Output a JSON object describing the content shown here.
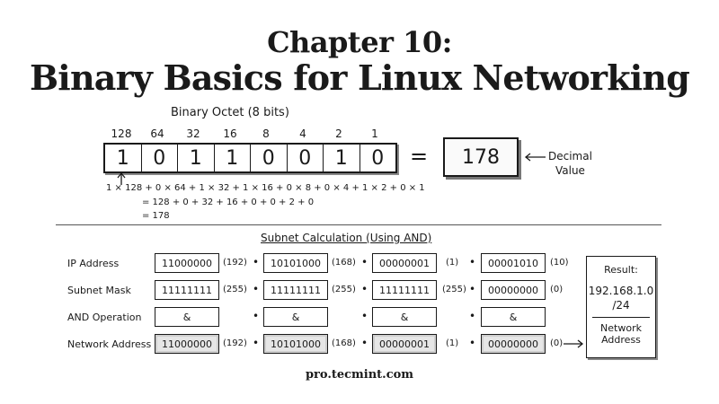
{
  "title": {
    "line1": "Chapter 10:",
    "line2": "Binary Basics for Linux Networking"
  },
  "octet": {
    "label": "Binary Octet (8 bits)",
    "place_values": [
      "128",
      "64",
      "32",
      "16",
      "8",
      "4",
      "2",
      "1"
    ],
    "bits": [
      "1",
      "0",
      "1",
      "1",
      "0",
      "0",
      "1",
      "0"
    ],
    "equals": "=",
    "decimal": "178",
    "decimal_label_line1": "Decimal",
    "decimal_label_line2": "Value",
    "calc_line1": "1 × 128  +  0 × 64  +  1 × 32  +  1 × 16  +  0 × 8  +  0 × 4  +  1 × 2  +  0 × 1",
    "calc_line2": "= 128  +  0  +  32  +  16  +  0  +  0  +  2  +  0",
    "calc_line3": "= 178"
  },
  "subnet": {
    "title": "Subnet Calculation (Using AND)",
    "separator": "•",
    "rows": [
      {
        "label": "IP Address",
        "octets": [
          {
            "bin": "11000000",
            "dec": "(192)"
          },
          {
            "bin": "10101000",
            "dec": "(168)"
          },
          {
            "bin": "00000001",
            "dec": "(1)"
          },
          {
            "bin": "00001010",
            "dec": "(10)"
          }
        ]
      },
      {
        "label": "Subnet Mask",
        "octets": [
          {
            "bin": "11111111",
            "dec": "(255)"
          },
          {
            "bin": "11111111",
            "dec": "(255)"
          },
          {
            "bin": "11111111",
            "dec": "(255)"
          },
          {
            "bin": "00000000",
            "dec": "(0)"
          }
        ]
      },
      {
        "label": "AND Operation",
        "octets": [
          {
            "bin": "&",
            "dec": ""
          },
          {
            "bin": "&",
            "dec": ""
          },
          {
            "bin": "&",
            "dec": ""
          },
          {
            "bin": "&",
            "dec": ""
          }
        ]
      },
      {
        "label": "Network Address",
        "octets": [
          {
            "bin": "11000000",
            "dec": "(192)"
          },
          {
            "bin": "10101000",
            "dec": "(168)"
          },
          {
            "bin": "00000001",
            "dec": "(1)"
          },
          {
            "bin": "00000000",
            "dec": "(0)"
          }
        ]
      }
    ],
    "result": {
      "heading": "Result:",
      "ip": "192.168.1.0",
      "cidr": "/24",
      "caption_line1": "Network",
      "caption_line2": "Address"
    }
  },
  "footer": "pro.tecmint.com"
}
